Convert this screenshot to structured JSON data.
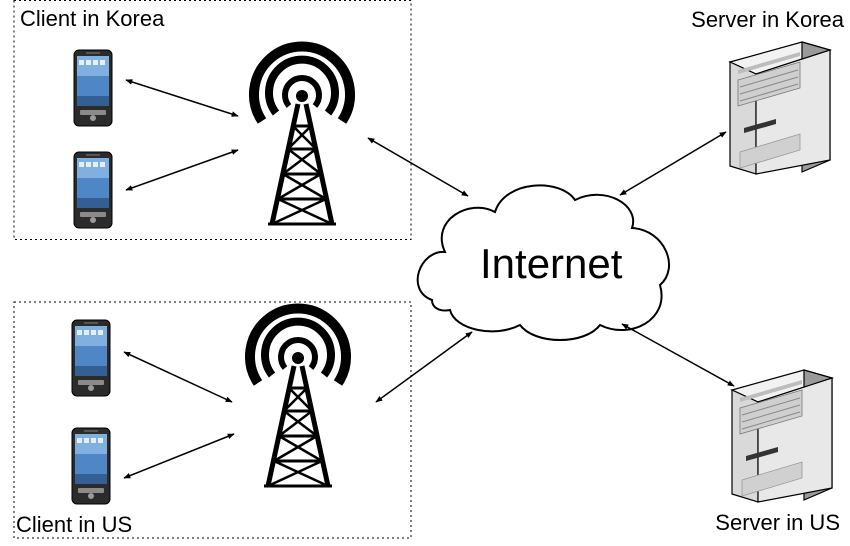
{
  "labels": {
    "client_korea": "Client in Korea",
    "client_us": "Client in US",
    "server_korea": "Server in Korea",
    "server_us": "Server in US",
    "internet": "Internet"
  },
  "colors": {
    "stroke": "#000000",
    "server_light": "#f2f2f2",
    "server_mid": "#cfcfcf",
    "server_dark": "#9a9a9a",
    "phone_body": "#2b2b2b",
    "phone_screen": "#4f86c6"
  },
  "icons": [
    "cell-tower-icon",
    "smartphone-icon",
    "server-icon",
    "cloud-icon"
  ]
}
